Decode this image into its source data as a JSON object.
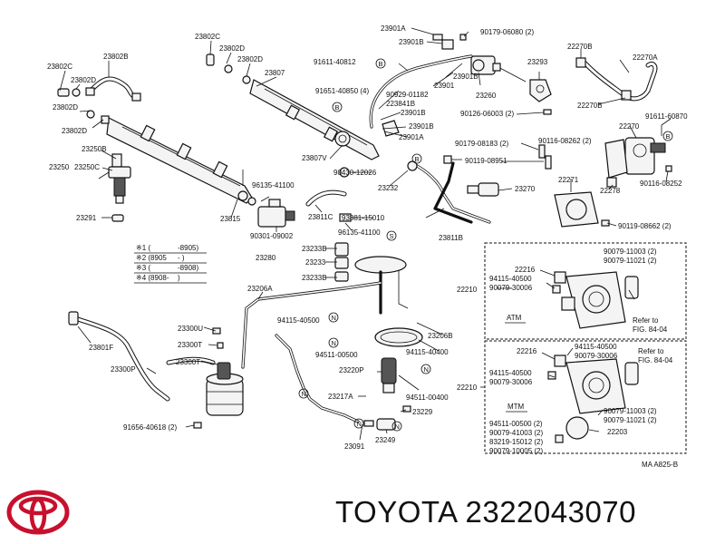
{
  "labels": {
    "l23802c_a": "23802C",
    "l23802b": "23802B",
    "l23802d_a": "23802D",
    "l23802c_b": "23802C",
    "l23802d_b": "23802D",
    "l23802d_c": "23802D",
    "l23807": "23807",
    "l23802d_d": "23802D",
    "l23250b": "23250B",
    "l23250": "23250",
    "l23250c": "23250C",
    "l23291": "23291",
    "l23815": "23815",
    "l96135_41100_a": "96135-41100",
    "l23811c": "23811C",
    "l90301": "90301-09002",
    "l23280": "23280",
    "l93381": "93381-15010",
    "l96135_41100_b": "96135-41100",
    "l23811b": "23811B",
    "l23901a_a": "23901A",
    "l23901b_a": "23901B",
    "l90179_06080": "90179-06080 (2)",
    "l91611_40812": "91611-40812",
    "l23901": "23901",
    "l23901b_b": "23901B",
    "l91651_40850": "91651-40850 (4)",
    "l90929": "90929-01182",
    "l223841b": "223841B",
    "l23901b_c": "23901B",
    "l23901b_d": "23901B",
    "l23901a_b": "23901A",
    "l23807v": "23807V",
    "l90430": "90430-12026",
    "l23260": "23260",
    "l23293": "23293",
    "l90126": "90126-06003 (2)",
    "l22270b_a": "22270B",
    "l22270a": "22270A",
    "l22270b_b": "22270B",
    "l91611_60870": "91611-60870",
    "l22270": "22270",
    "l90179_08183": "90179-08183 (2)",
    "l90116_08262_a": "90116-08262 (2)",
    "l90119_08951": "90119-08951",
    "l23232": "23232",
    "l23270": "23270",
    "l22271": "22271",
    "l22278": "22278",
    "l90116_08252": "90116-08252",
    "l90119_08662": "90119-08662 (2)",
    "l23233b_a": "23233B",
    "l23233": "23233",
    "l23233b_b": "23233B",
    "l23206a": "23206A",
    "l94115_40500_a": "94115-40500",
    "l94511_00500": "94511-00500",
    "l23220p": "23220P",
    "l23206b": "23206B",
    "l94115_40400": "94115-40400",
    "l94511_00400": "94511-00400",
    "l23217a": "23217A",
    "l23229": "23229",
    "l23091": "23091",
    "l23249": "23249",
    "l23300u": "23300U",
    "l23300t_a": "23300T",
    "l23300t_b": "23300T",
    "l23300p": "23300P",
    "l23801f": "23801F",
    "l91656": "91656-40618 (2)",
    "l22216_a": "22216",
    "l22210_a": "22210",
    "l90079_11003_a": "90079-11003 (2)",
    "l90079_11021_a": "90079-11021 (2)",
    "l94115_40500_b": "94115-40500",
    "l90079_30006_a": "90079-30006",
    "l22216_b": "22216",
    "l94115_40500_c": "94115-40500",
    "l94115_40500_d": "94115-40500",
    "l90079_30006_b": "90079-30006",
    "l22210_b": "22210",
    "l90079_11003_b": "90079-11003 (2)",
    "l90079_11021_b": "90079-11021 (2)",
    "l94511_00500_b": "94511-00500 (2)",
    "l90079_41003": "90079-41003 (2)",
    "l83219": "83219-15012 (2)",
    "l90079_10005": "90079-10005 (2)",
    "l22203": "22203",
    "atm": "ATM",
    "mtm": "MTM",
    "refer1": "Refer to",
    "refer1b": "FIG. 84-04",
    "refer2": "Refer to",
    "refer2b": "FIG. 84-04",
    "code": "MA A825-B",
    "legend1a": "※1 (",
    "legend1b": "-8905)",
    "legend2a": "※2 (8905",
    "legend2b": "-      )",
    "legend3a": "※3 (",
    "legend3b": "-8908)",
    "legend4a": "※4 (8908-",
    "legend4b": "      )",
    "circle_b1": "B",
    "circle_b2": "B",
    "circle_b3": "B",
    "circle_b4": "B",
    "circle_b5": "B",
    "circle_s": "S",
    "circle_n1": "N",
    "circle_n2": "N",
    "circle_n3": "N",
    "circle_n4": "N",
    "circle_n5": "N",
    "circle_n6": "N"
  },
  "brand": {
    "name": "TOYOTA",
    "part_number": "2322043070"
  },
  "colors": {
    "logo": "#c8102e",
    "ink": "#111111"
  },
  "icons": {
    "logo": "toyota-logo-icon"
  }
}
